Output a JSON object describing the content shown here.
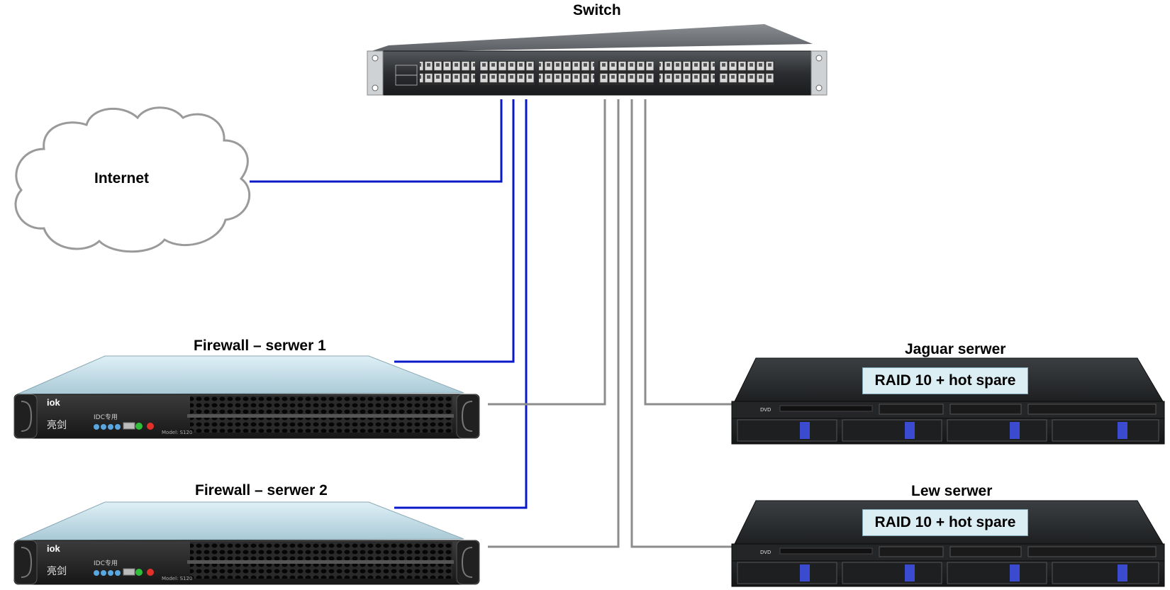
{
  "switch": {
    "label": "Switch"
  },
  "internet": {
    "label": "Internet"
  },
  "firewall1": {
    "label": "Firewall – serwer 1",
    "brand": "iok",
    "front_text_a": "IDC专用",
    "front_text_b": "亮剑",
    "model": "Model: S120"
  },
  "firewall2": {
    "label": "Firewall – serwer 2",
    "brand": "iok",
    "front_text_a": "IDC专用",
    "front_text_b": "亮剑",
    "model": "Model: S120"
  },
  "jaguar": {
    "label": "Jaguar serwer",
    "raid": "RAID 10 + hot spare",
    "dvd": "DVD"
  },
  "lew": {
    "label": "Lew serwer",
    "raid": "RAID 10 + hot spare",
    "dvd": "DVD"
  },
  "colors": {
    "blue_link": "#0a19c8",
    "gray_link": "#8c8c8c"
  }
}
